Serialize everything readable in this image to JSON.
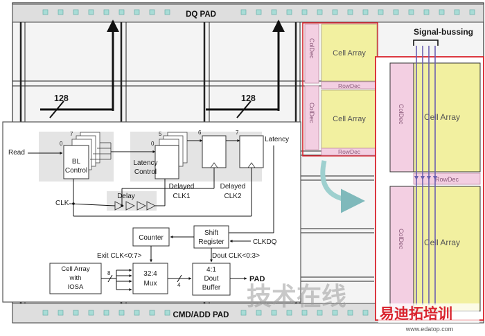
{
  "pads": {
    "top": "DQ PAD",
    "bottom": "CMD/ADD PAD"
  },
  "bus_width": {
    "left": "128",
    "right": "128"
  },
  "array": {
    "cell_array": "Cell Array",
    "row_dec": "RowDec",
    "col_dec": "ColDec",
    "signal_bussing": "Signal-bussing"
  },
  "circuit": {
    "read": "Read",
    "bl_control": [
      "BL",
      "Control"
    ],
    "latency_control": [
      "Latency",
      "Control"
    ],
    "latency": "Latency",
    "delay": "Delay",
    "clk": "CLK",
    "delayed_clk1": [
      "Delayed",
      "CLK1"
    ],
    "delayed_clk2": [
      "Delayed",
      "CLK2"
    ],
    "counter": "Counter",
    "shift_register": [
      "Shift",
      "Register"
    ],
    "clkdq": "CLKDQ",
    "exit_clk": "Exit CLK<0:7>",
    "dout_clk": "Dout CLK<0:3>",
    "cell_array_iosa": [
      "Cell Array",
      "with",
      "IOSA"
    ],
    "mux": [
      "32:4",
      "Mux"
    ],
    "dout_buffer": [
      "4:1",
      "Dout",
      "Buffer"
    ],
    "pad": "PAD",
    "bus8": "8",
    "bus4": "4",
    "stack_bl": [
      "0",
      "7"
    ],
    "stack_lat": [
      "0",
      "5"
    ],
    "reg6": "6",
    "reg7": "7"
  },
  "watermark": {
    "text": "技术在线",
    "brand": "易迪拓培训",
    "url": "www.edatop.com"
  },
  "colors": {
    "cell_array": "#f2f0a0",
    "decoder": "#f3cfe2",
    "highlight": "#d9232d",
    "bus_lines": "#6a5fb0",
    "pad_square": "#a8dcd6"
  }
}
